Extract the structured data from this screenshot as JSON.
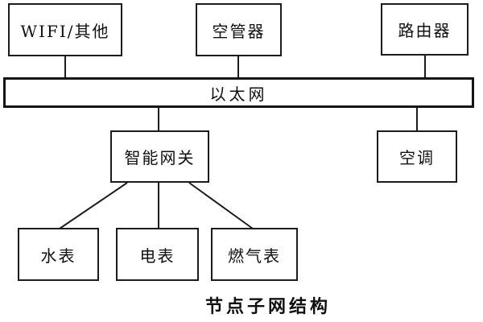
{
  "diagram": {
    "top_nodes": [
      {
        "label": "WIFI/其他"
      },
      {
        "label": "空管器"
      },
      {
        "label": "路由器"
      }
    ],
    "bus_label": "以太网",
    "gateway_label": "智能网关",
    "aircon_label": "空调",
    "bottom_nodes": [
      {
        "label": "水表"
      },
      {
        "label": "电表"
      },
      {
        "label": "燃气表"
      }
    ],
    "caption": "节点子网结构",
    "colors": {
      "line": "#1c1c1c",
      "background": "#ffffff",
      "text": "#111111"
    }
  }
}
